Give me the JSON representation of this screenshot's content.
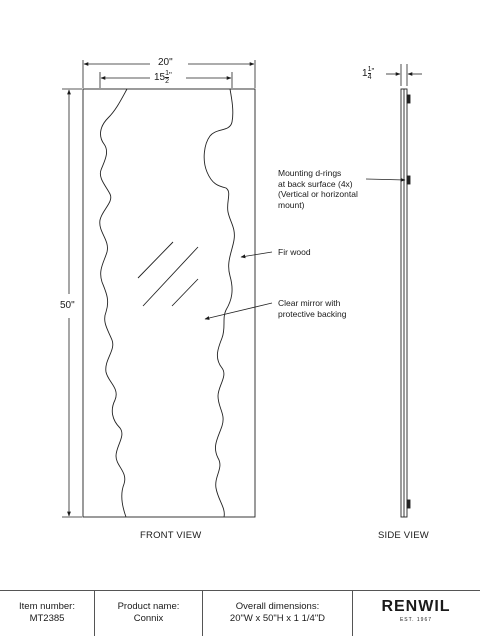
{
  "dimensions": {
    "width": "20\"",
    "inner_width_whole": "15",
    "inner_width_frac_num": "1",
    "inner_width_frac_den": "2",
    "inner_width_inch": "\"",
    "height": "50\"",
    "depth_whole": "1",
    "depth_frac_num": "1",
    "depth_frac_den": "4",
    "depth_inch": "\""
  },
  "views": {
    "front": "FRONT VIEW",
    "side": "SIDE VIEW"
  },
  "annotations": {
    "mounting": [
      "Mounting d-rings",
      "at back surface (4x)",
      "(Vertical or horizontal",
      "mount)"
    ],
    "wood": "Fir wood",
    "mirror": [
      "Clear mirror with",
      "protective backing"
    ]
  },
  "title_block": {
    "item_label": "Item number:",
    "item_value": "MT2385",
    "product_label": "Product name:",
    "product_value": "Connix",
    "overall_label": "Overall dimensions:",
    "overall_value": "20\"W x 50\"H x 1 1/4\"D"
  },
  "brand": {
    "name": "RENWIL",
    "est": "EST. 1967"
  }
}
